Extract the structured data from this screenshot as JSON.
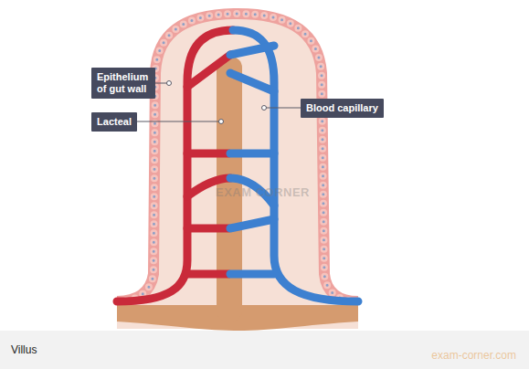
{
  "diagram": {
    "caption": "Villus",
    "nodes": [
      {
        "text": [
          "Epithelium of gut wall"
        ]
      },
      {
        "text": [
          "Lacteal"
        ]
      },
      {
        "text": [
          "Blood capillary"
        ]
      }
    ],
    "labels": [
      "EXAM CORNER",
      "exam-corner.com"
    ]
  }
}
